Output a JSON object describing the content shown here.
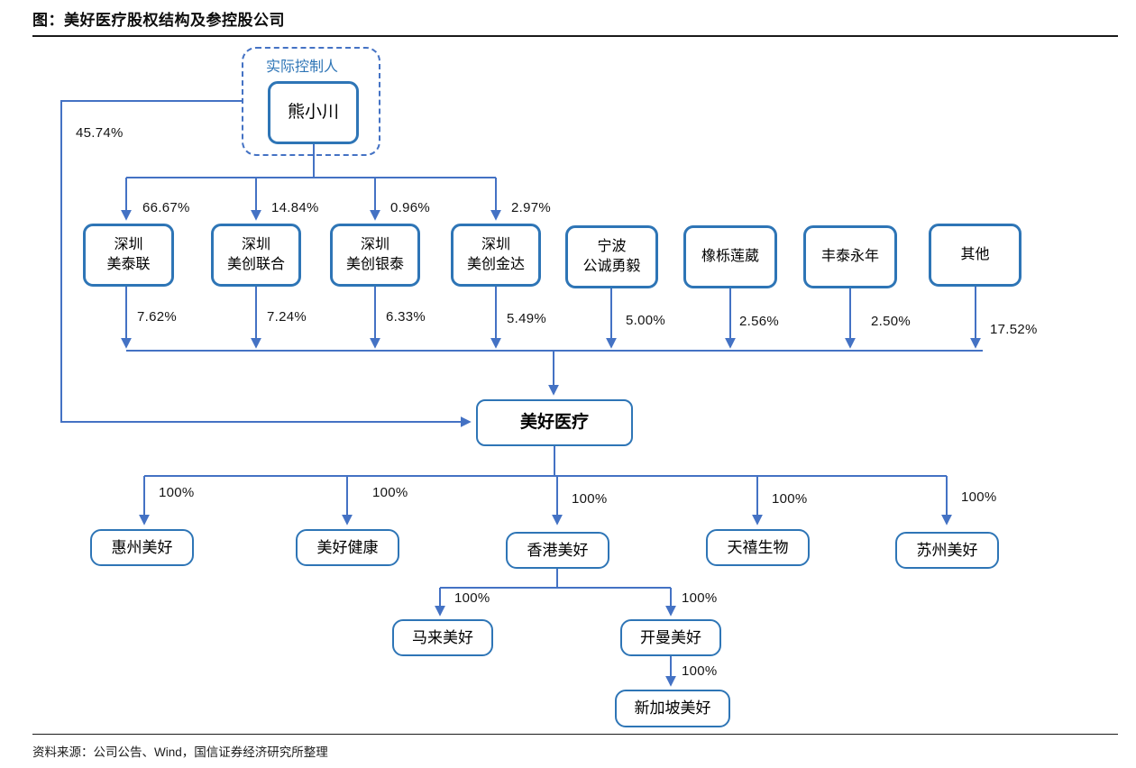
{
  "title": "图：美好医疗股权结构及参控股公司",
  "source": "资料来源：公司公告、Wind，国信证券经济研究所整理",
  "colors": {
    "box_border": "#2e75b6",
    "connector_line": "#4472c4",
    "group_label_blue": "#2e75b6",
    "text": "#000000"
  },
  "diagram": {
    "controller_group_label": "实际控制人",
    "controller_name": "熊小川",
    "controller_direct_stake": "45.74%",
    "company": "美好医疗",
    "shareholders": [
      {
        "line1": "深圳",
        "line2": "美泰联",
        "from_controller": "66.67%",
        "in_company": "7.62%"
      },
      {
        "line1": "深圳",
        "line2": "美创联合",
        "from_controller": "14.84%",
        "in_company": "7.24%"
      },
      {
        "line1": "深圳",
        "line2": "美创银泰",
        "from_controller": "0.96%",
        "in_company": "6.33%"
      },
      {
        "line1": "深圳",
        "line2": "美创金达",
        "from_controller": "2.97%",
        "in_company": "5.49%"
      },
      {
        "line1": "宁波",
        "line2": "公诚勇毅",
        "in_company": "5.00%"
      },
      {
        "line1": "橡栎莲葳",
        "in_company": "2.56%"
      },
      {
        "line1": "丰泰永年",
        "in_company": "2.50%"
      },
      {
        "line1": "其他",
        "in_company": "17.52%"
      }
    ],
    "subsidiaries": [
      {
        "name": "惠州美好",
        "stake": "100%"
      },
      {
        "name": "美好健康",
        "stake": "100%"
      },
      {
        "name": "香港美好",
        "stake": "100%"
      },
      {
        "name": "天禧生物",
        "stake": "100%"
      },
      {
        "name": "苏州美好",
        "stake": "100%"
      }
    ],
    "hk_subsidiaries": [
      {
        "name": "马来美好",
        "stake": "100%"
      },
      {
        "name": "开曼美好",
        "stake": "100%"
      }
    ],
    "cayman_subsidiary": {
      "name": "新加坡美好",
      "stake": "100%"
    }
  }
}
